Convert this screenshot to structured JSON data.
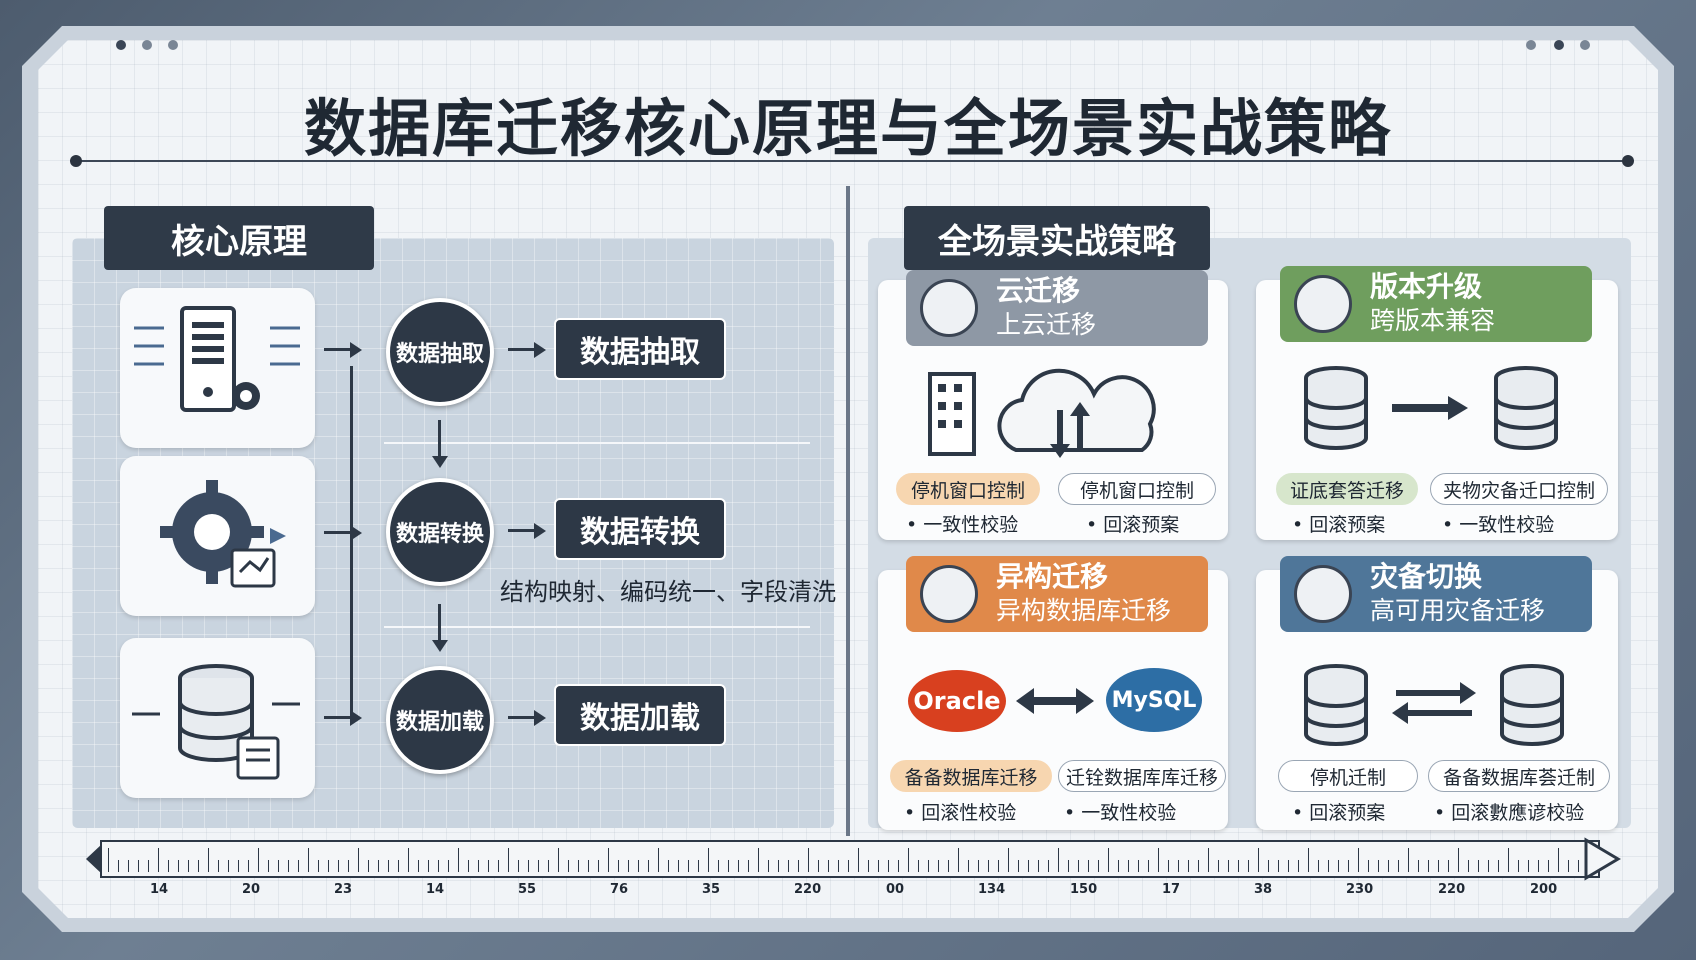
{
  "title": "数据库迁移核心原理与全场景实战策略",
  "left": {
    "header": "核心原理",
    "steps": [
      {
        "node": "数据抽取",
        "label": "数据抽取",
        "desc_line1": "",
        "desc_line2": ""
      },
      {
        "node": "数据转换",
        "label": "数据转换",
        "desc": "结构映射、编码统一、字段清洗"
      },
      {
        "node": "数据加载",
        "label": "数据加载"
      }
    ]
  },
  "right": {
    "header": "全场景实战策略",
    "cards": [
      {
        "t1": "云迁移",
        "t2": "上云迁移",
        "color": "#8e98a5",
        "pills": [
          "停机窗口控制",
          "停机窗口控制"
        ],
        "bullets": [
          "一致性校验",
          "回滚预案"
        ]
      },
      {
        "t1": "版本升级",
        "t2": "跨版本兼容",
        "color": "#6f9e5e",
        "pills": [
          "证底套答迁移",
          "夹物灾备迁口控制"
        ],
        "bullets": [
          "回滚预案",
          "一致性校验"
        ]
      },
      {
        "t1": "异构迁移",
        "t2": "异构数据库迁移",
        "color": "#e0894a",
        "pills": [
          "备备数据库迁移",
          "迁铨数据库库迁移"
        ],
        "bullets": [
          "回滚性校验",
          "一致性校验"
        ],
        "logos": [
          "Oracle",
          "MySQL"
        ]
      },
      {
        "t1": "灾备切换",
        "t2": "高可用灾备迁移",
        "color": "#4f7699",
        "pills": [
          "停机迁制",
          "备备数据库荟迁制"
        ],
        "bullets": [
          "回滚预案",
          "回滚數應谚校验"
        ]
      }
    ]
  },
  "timeline": {
    "labels": [
      "14",
      "20",
      "23",
      "14",
      "55",
      "76",
      "35",
      "220",
      "00",
      "134",
      "150",
      "17",
      "38",
      "230",
      "220",
      "200"
    ]
  },
  "colors": {
    "dark": "#2d3846",
    "cloud": "#8e98a5",
    "upgrade": "#6f9e5e",
    "hetero": "#e0894a",
    "dr": "#4f7699"
  }
}
